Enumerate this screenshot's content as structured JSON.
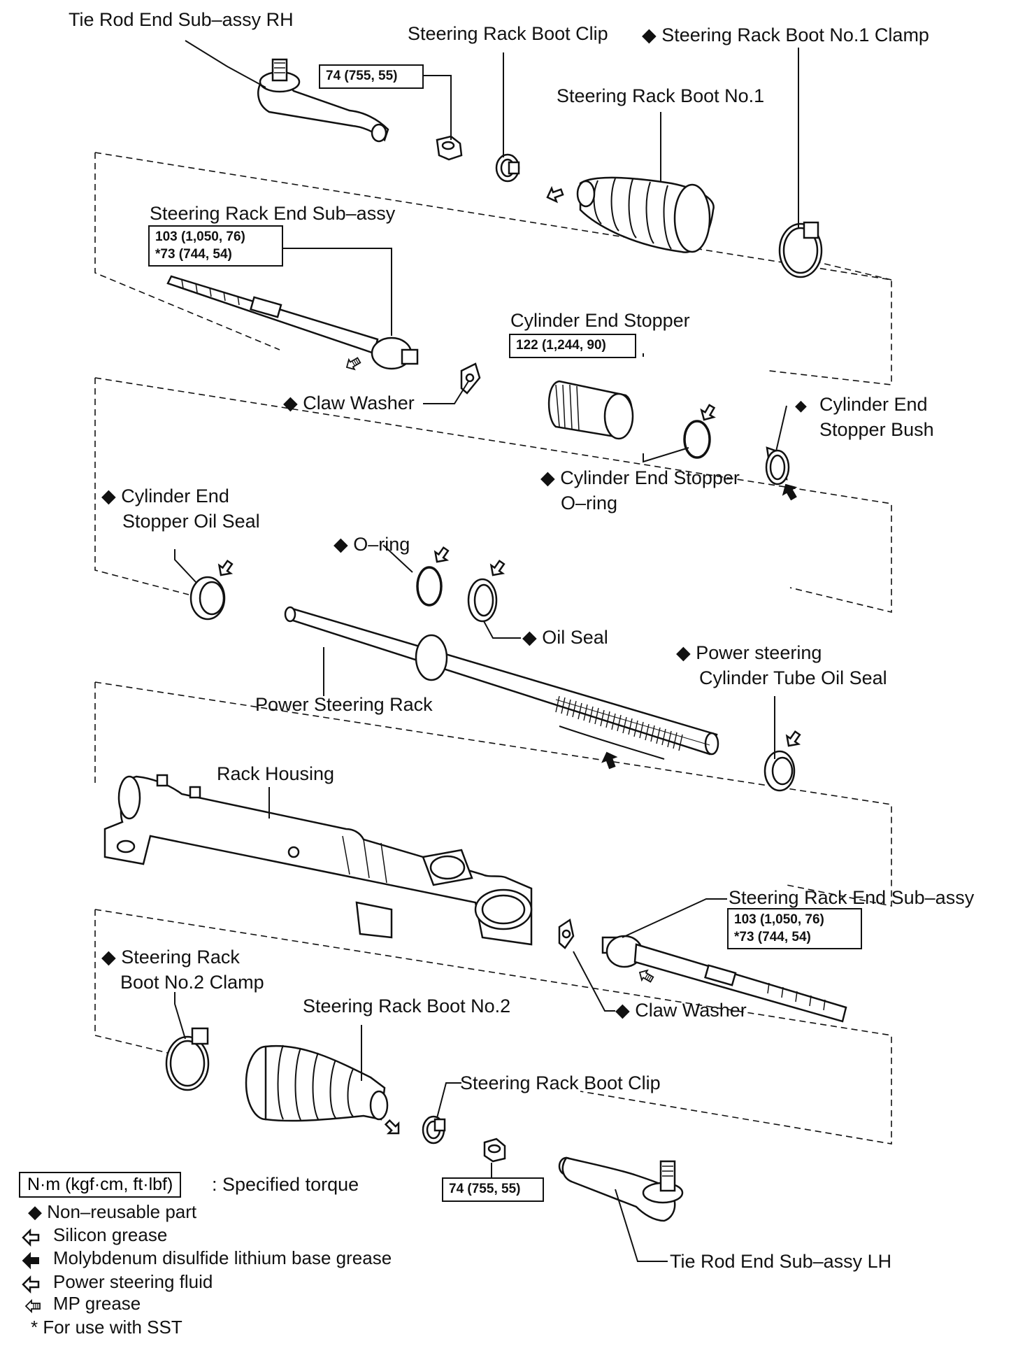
{
  "labels": {
    "tie_rod_rh": "Tie Rod End Sub–assy RH",
    "boot_clip_top": "Steering Rack Boot Clip",
    "boot_no1_clamp": "◆ Steering Rack Boot No.1 Clamp",
    "boot_no1": "Steering Rack Boot No.1",
    "rack_end_top": "Steering Rack End Sub–assy",
    "claw_washer_top": "◆ Claw Washer",
    "cyl_end_stopper": "Cylinder End Stopper",
    "cyl_end_stopper_bush_1": "Cylinder End",
    "cyl_end_stopper_bush_2": "Stopper Bush",
    "cyl_end_stopper_oring_1": "◆ Cylinder End Stopper",
    "cyl_end_stopper_oring_2": "O–ring",
    "cyl_end_oil_seal_1": "◆ Cylinder End",
    "cyl_end_oil_seal_2": "Stopper Oil Seal",
    "oring": "◆ O–ring",
    "oil_seal": "◆ Oil Seal",
    "ps_cyl_tube_1": "◆  Power steering",
    "ps_cyl_tube_2": "Cylinder Tube Oil Seal",
    "ps_rack": "Power Steering Rack",
    "rack_housing": "Rack Housing",
    "rack_end_bottom": "Steering Rack End Sub–assy",
    "claw_washer_bottom": "◆ Claw Washer",
    "boot_no2_clamp_1": "◆ Steering Rack",
    "boot_no2_clamp_2": "Boot No.2 Clamp",
    "boot_no2": "Steering Rack Boot No.2",
    "boot_clip_bottom": "Steering Rack Boot Clip",
    "tie_rod_lh": "Tie Rod End Sub–assy LH",
    "bush_diamond": "◆"
  },
  "torques": {
    "tie_rod_nut_top": "74 (755, 55)",
    "rack_end_top_1": "103 (1,050, 76)",
    "rack_end_top_2": "*73 (744, 54)",
    "cyl_end_stopper": "122 (1,244, 90)",
    "rack_end_bottom_1": "103 (1,050, 76)",
    "rack_end_bottom_2": "*73 (744, 54)",
    "tie_rod_nut_bottom": "74 (755, 55)"
  },
  "legend": {
    "unit_box": "N·m (kgf·cm, ft·lbf)",
    "unit_desc": ": Specified torque",
    "non_reusable": "◆ Non–reusable part",
    "silicon": "Silicon grease",
    "molybdenum": "Molybdenum disulfide lithium base grease",
    "ps_fluid": "Power steering fluid",
    "mp": "MP grease",
    "sst": "* For use with SST"
  }
}
